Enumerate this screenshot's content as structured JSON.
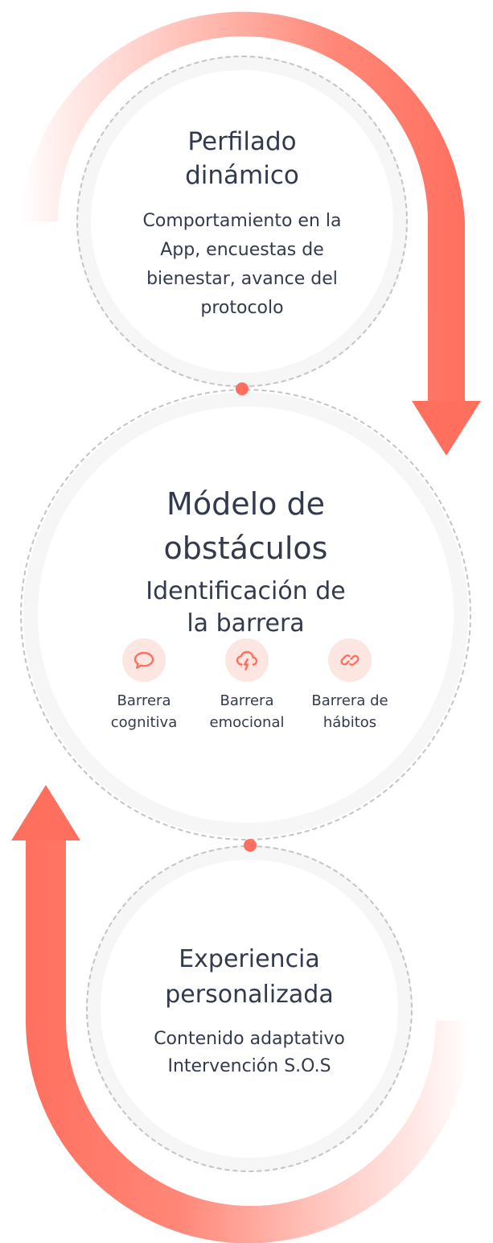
{
  "nodes": {
    "profiling": {
      "title_line1": "Perfilado",
      "title_line2": "dinámico",
      "desc_lines": [
        "Comportamiento en la",
        "App, encuestas de",
        "bienestar, avance del",
        "protocolo"
      ]
    },
    "obstacles": {
      "title_line1": "Módelo de",
      "title_line2": "obstáculos",
      "subtitle_line1": "Identificación de",
      "subtitle_line2": "la barrera",
      "barriers": [
        {
          "line1": "Barrera",
          "line2": "cognitiva",
          "icon": "speech-bubble-icon"
        },
        {
          "line1": "Barrera",
          "line2": "emocional",
          "icon": "storm-cloud-icon"
        },
        {
          "line1": "Barrera de",
          "line2": "hábitos",
          "icon": "chain-link-icon"
        }
      ]
    },
    "experience": {
      "title_line1": "Experiencia",
      "title_line2": "personalizada",
      "desc_lines": [
        "Contenido adaptativo",
        "Intervención S.O.S"
      ]
    }
  },
  "colors": {
    "accent": "#ff6f5e",
    "accent_soft": "#fde6e2",
    "text": "#333a4d",
    "ring": "#c4c4c4"
  }
}
